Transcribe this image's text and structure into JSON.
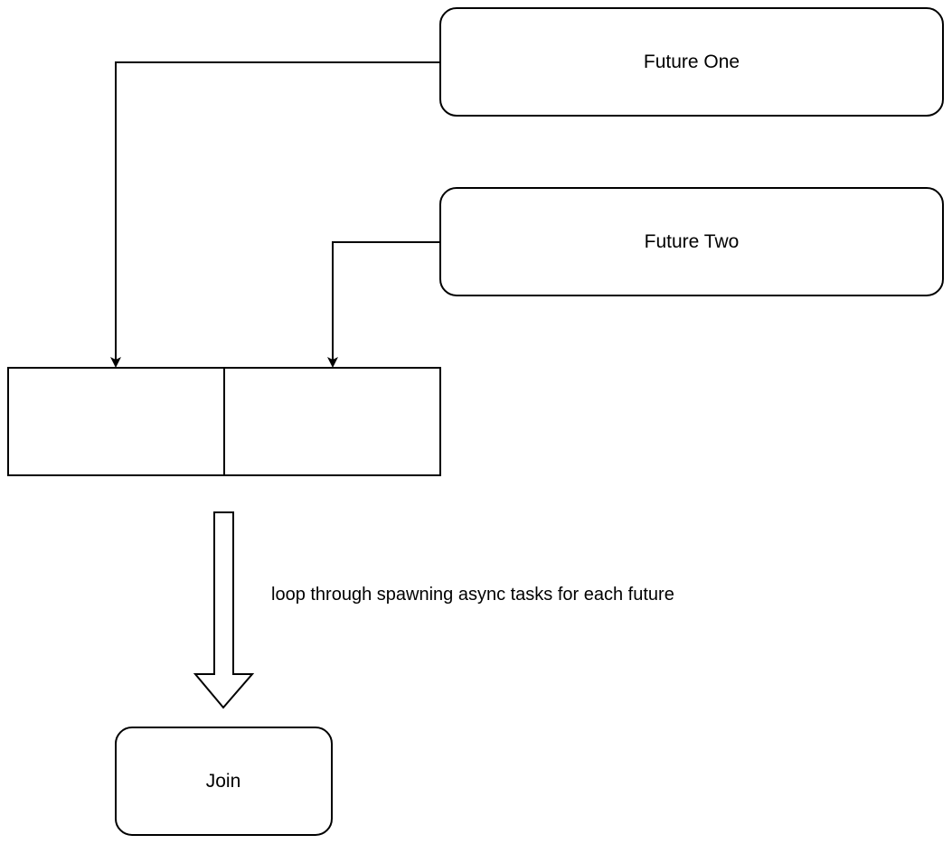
{
  "diagram": {
    "nodes": {
      "future_one": {
        "label": "Future One"
      },
      "future_two": {
        "label": "Future Two"
      },
      "join": {
        "label": "Join"
      }
    },
    "edges": {
      "loop_label": "loop through spawning async tasks for each future"
    }
  }
}
